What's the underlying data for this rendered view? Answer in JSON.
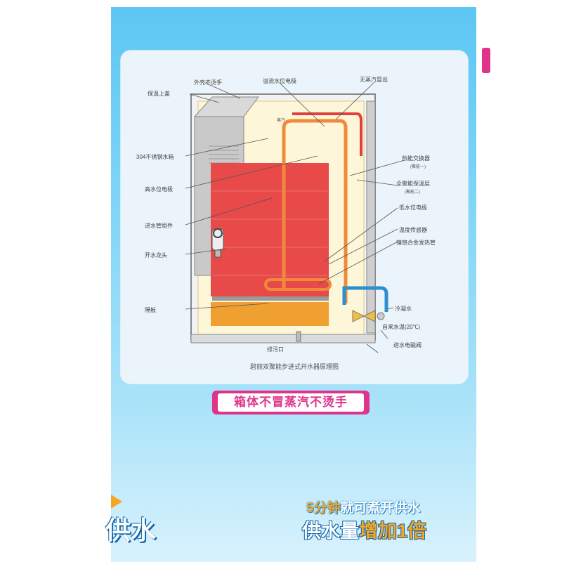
{
  "diagram": {
    "labels": {
      "shell_no_burn": "外壳不烫手",
      "insulation_top": "保温上盖",
      "overflow_probe": "溢流水位电极",
      "steam_outlet": "无蒸汽冒出",
      "tank_304": "304不锈钢水箱",
      "high_level_probe": "高水位电极",
      "inlet_assembly": "进水管组件",
      "tap": "开水龙头",
      "divider": "隔板",
      "heat_exchanger": "热能交换器",
      "heat_exchanger_note": "(聚能一)",
      "full_insulation": "全聚能保温层",
      "full_insulation_note": "(聚能二)",
      "low_level_probe": "低水位电极",
      "temp_sensor": "温度传感器",
      "heating_tube": "镍铬合金发热管",
      "cold_water": "冷凝水",
      "tap_water_temp": "自来水温(20℃)",
      "inlet_valve": "进水电磁阀",
      "drain": "排污口",
      "steam_small": "蒸汽"
    },
    "caption": "碧丽双聚能步进式开水器原理图"
  },
  "banner": {
    "text": "箱体不冒蒸汽不烫手"
  },
  "promo": {
    "line1_a": "5分钟",
    "line1_b": "就可煮开供水",
    "line2_a": "供水量",
    "line2_b": "增加1倍"
  },
  "left_partial": {
    "text": "供水"
  },
  "colors": {
    "accent_pink": "#e0338a",
    "background_blue": "#5cc7f3",
    "water_red": "#e84a4a",
    "bottom_orange": "#f0a030",
    "pipe_blue": "#2e8fd0"
  }
}
